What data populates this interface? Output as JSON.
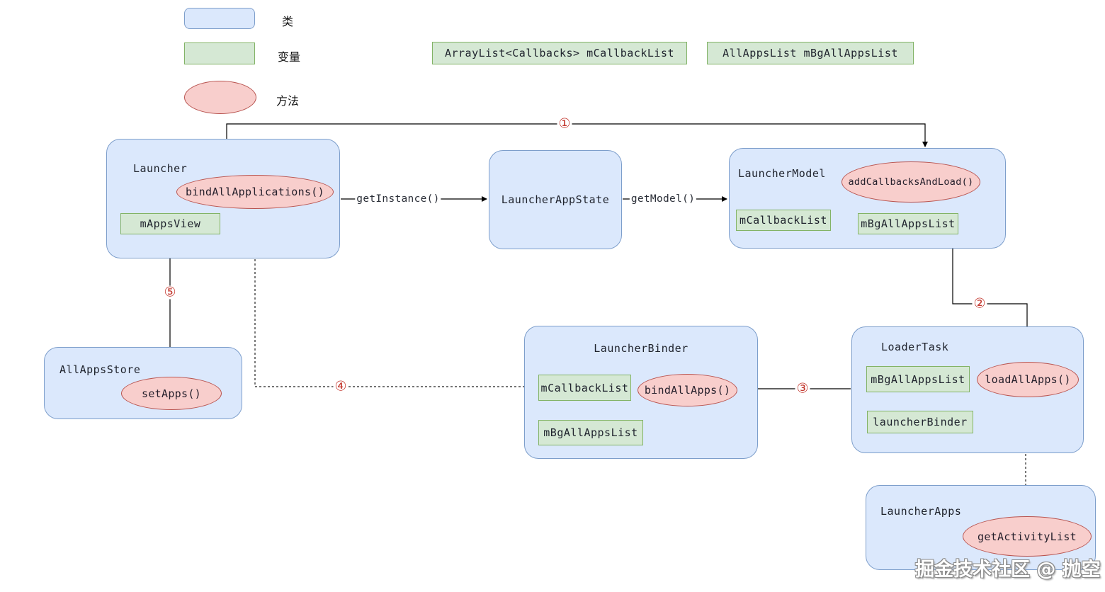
{
  "legend": {
    "class_label": "类",
    "variable_label": "变量",
    "method_label": "方法"
  },
  "global_variables": [
    "ArrayList<Callbacks> mCallbackList",
    "AllAppsList mBgAllAppsList"
  ],
  "nodes": {
    "launcher": {
      "title": "Launcher",
      "method": "bindAllApplications()",
      "variable": "mAppsView"
    },
    "launcher_app_state": {
      "title": "LauncherAppState"
    },
    "launcher_model": {
      "title": "LauncherModel",
      "method": "addCallbacksAndLoad()",
      "variables": [
        "mCallbackList",
        "mBgAllAppsList"
      ]
    },
    "all_apps_store": {
      "title": "AllAppsStore",
      "method": "setApps()"
    },
    "launcher_binder": {
      "title": "LauncherBinder",
      "method": "bindAllApps()",
      "variables": [
        "mCallbackList",
        "mBgAllAppsList"
      ]
    },
    "loader_task": {
      "title": "LoaderTask",
      "method": "loadAllApps()",
      "variables": [
        "mBgAllAppsList",
        "launcherBinder"
      ]
    },
    "launcher_apps": {
      "title": "LauncherApps",
      "method": "getActivityList"
    }
  },
  "edges": {
    "get_instance_label": "getInstance()",
    "get_model_label": "getModel()",
    "steps": [
      "①",
      "②",
      "③",
      "④",
      "⑤"
    ]
  },
  "watermark": "掘金技术社区 @ 抛空",
  "colors": {
    "class_fill": "#dbe8fc",
    "class_stroke": "#7d9ecb",
    "variable_fill": "#d5e8d4",
    "variable_stroke": "#82b366",
    "method_fill": "#f8cecc",
    "method_stroke": "#b85450",
    "step_color": "#c43a31",
    "edge_color": "#000000"
  }
}
